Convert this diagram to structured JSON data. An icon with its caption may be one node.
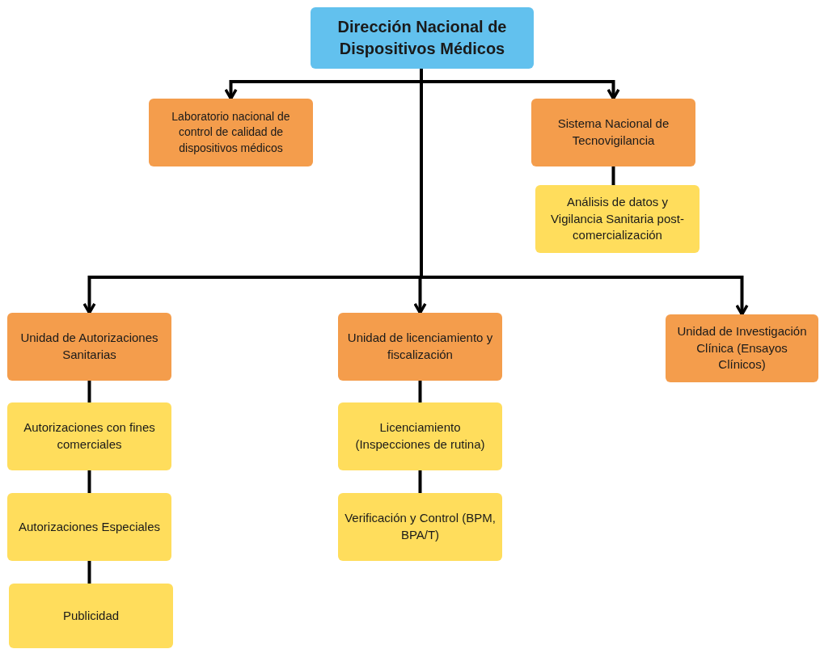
{
  "diagram": {
    "nodes": [
      {
        "text": [
          "Dirección Nacional de Dispositivos Médicos"
        ]
      },
      {
        "text": [
          "Laboratorio nacional de control de calidad de dispositivos médicos"
        ]
      },
      {
        "text": [
          "Sistema Nacional de Tecnovigilancia"
        ]
      },
      {
        "text": [
          "Análisis de datos y Vigilancia Sanitaria post-comercialización"
        ]
      },
      {
        "text": [
          "Unidad de Autorizaciones Sanitarias"
        ]
      },
      {
        "text": [
          "Unidad de licenciamiento y fiscalización"
        ]
      },
      {
        "text": [
          "Unidad de Investigación Clínica (Ensayos Clínicos)"
        ]
      },
      {
        "text": [
          "Autorizaciones con fines comerciales"
        ]
      },
      {
        "text": [
          "Autorizaciones Especiales"
        ]
      },
      {
        "text": [
          "Publicidad"
        ]
      },
      {
        "text": [
          "Licenciamiento (Inspecciones de rutina)"
        ]
      },
      {
        "text": [
          "Verificación y Control (BPM, BPA/T)"
        ]
      }
    ],
    "edges": [
      {
        "from": 0,
        "to": 1,
        "arrow": "to"
      },
      {
        "from": 0,
        "to": 2,
        "arrow": "to"
      },
      {
        "from": 0,
        "to": 4,
        "arrow": "to"
      },
      {
        "from": 0,
        "to": 5,
        "arrow": "to"
      },
      {
        "from": 0,
        "to": 6,
        "arrow": "to"
      },
      {
        "from": 2,
        "to": 3,
        "arrow": "none"
      },
      {
        "from": 4,
        "to": 7,
        "arrow": "none"
      },
      {
        "from": 7,
        "to": 8,
        "arrow": "none"
      },
      {
        "from": 8,
        "to": 9,
        "arrow": "none"
      },
      {
        "from": 5,
        "to": 10,
        "arrow": "none"
      },
      {
        "from": 10,
        "to": 11,
        "arrow": "none"
      }
    ]
  }
}
